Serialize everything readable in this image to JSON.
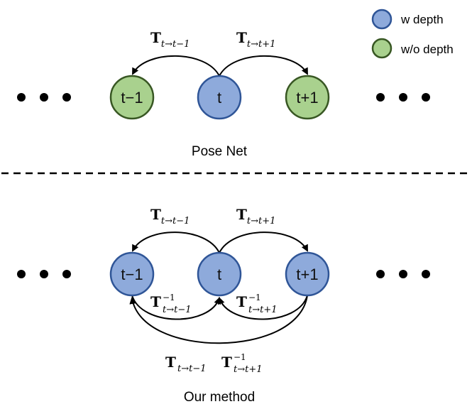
{
  "legend": {
    "items": [
      {
        "label": "w depth",
        "color": "#8eaadb"
      },
      {
        "label": "w/o depth",
        "color": "#a9d18e"
      }
    ]
  },
  "colors": {
    "blue_fill": "#8eaadb",
    "blue_stroke": "#2f5597",
    "green_fill": "#a9d18e",
    "green_stroke": "#385723"
  },
  "top": {
    "nodes": [
      "t−1",
      "t",
      "t+1"
    ],
    "arrows": {
      "left": {
        "main": "T",
        "sub": "t→t−1"
      },
      "right": {
        "main": "T",
        "sub": "t→t+1"
      }
    },
    "caption": "Pose Net"
  },
  "bottom": {
    "nodes": [
      "t−1",
      "t",
      "t+1"
    ],
    "arrows": {
      "top_left": {
        "main": "T",
        "sub": "t→t−1"
      },
      "top_right": {
        "main": "T",
        "sub": "t→t+1"
      },
      "inner_left": {
        "main": "T",
        "sup": "−1",
        "sub": "t→t−1"
      },
      "inner_right": {
        "main": "T",
        "sup": "−1",
        "sub": "t→t+1"
      },
      "outer": {
        "main1": "T",
        "sub1": "t→t−1",
        "main2": "T",
        "sup2": "−1",
        "sub2": "t→t+1"
      }
    },
    "caption": "Our method"
  }
}
